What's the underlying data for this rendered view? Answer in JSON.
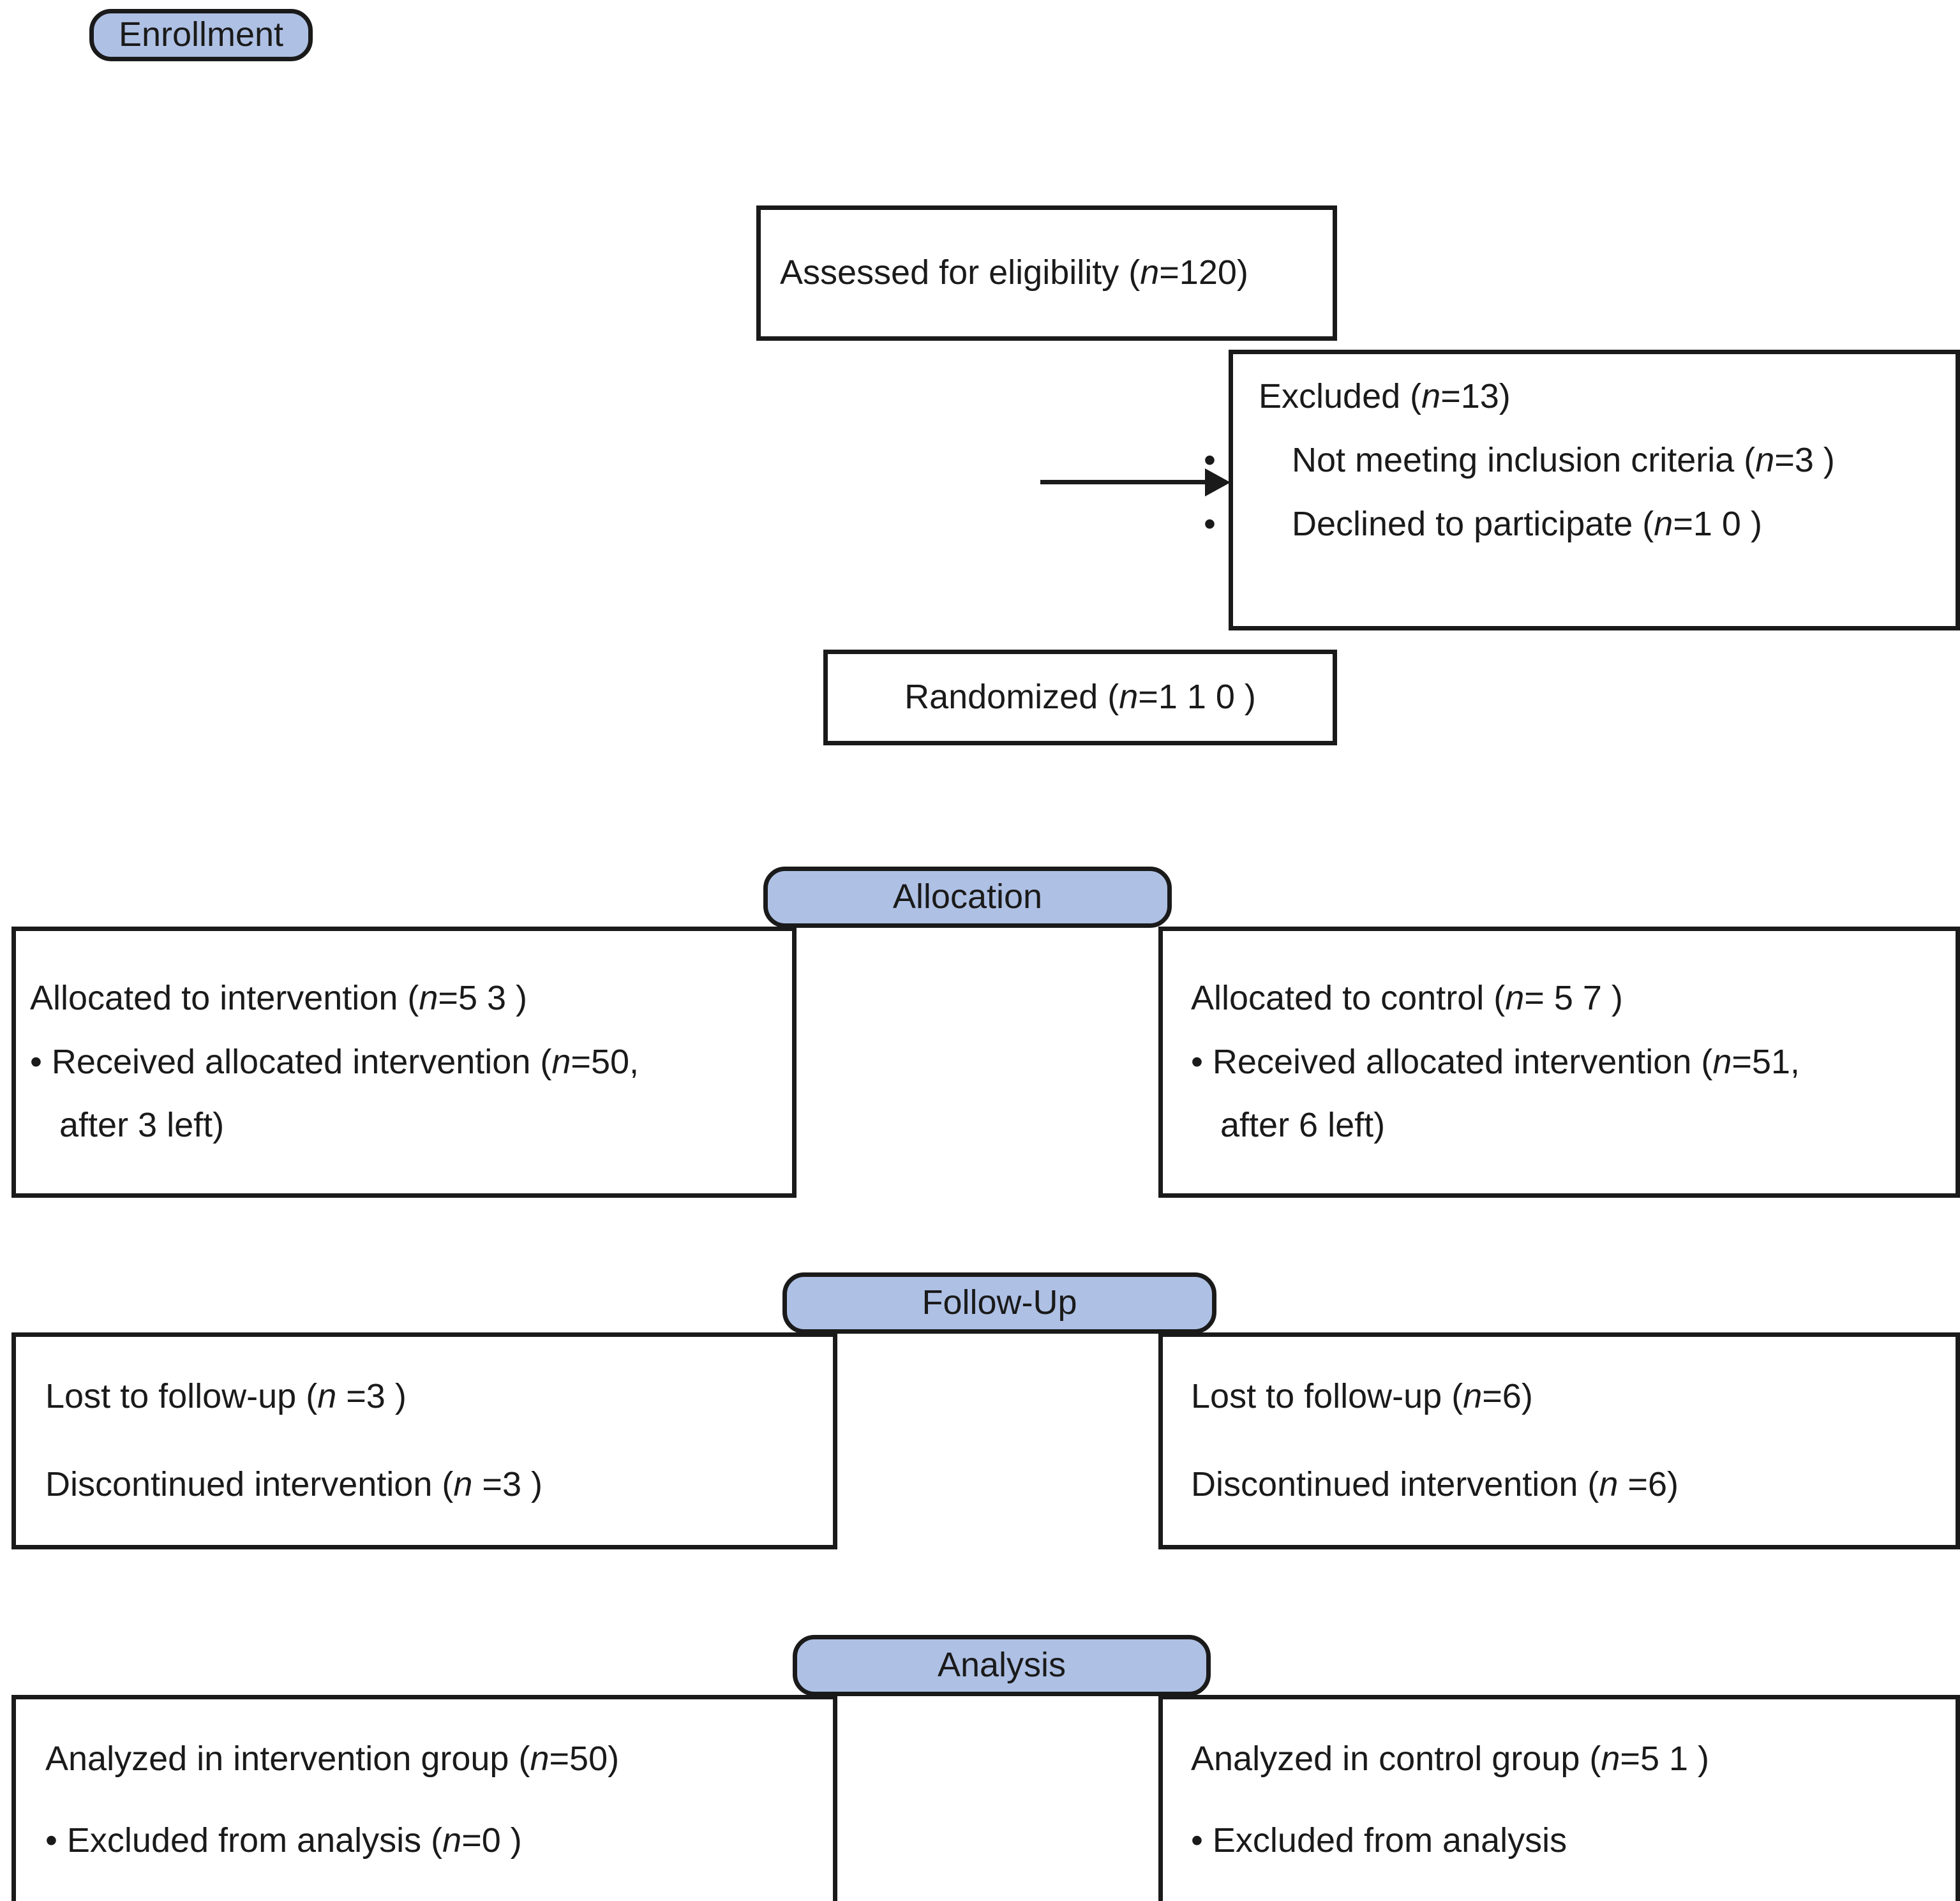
{
  "diagram": {
    "title": "CONSORT participant flow diagram",
    "accent_color": "#aec0e4",
    "line_color": "#1a1a1a",
    "background_color": "#ffffff"
  },
  "stages": {
    "enrollment": "Enrollment",
    "allocation": "Allocation",
    "followup": "Follow-Up",
    "analysis": "Analysis"
  },
  "enrollment": {
    "assessed": {
      "text_prefix": "Assessed for eligibility (",
      "n_symbol": "n",
      "text_suffix": "=120)"
    },
    "excluded": {
      "heading_prefix": "Excluded (",
      "heading_n": "n",
      "heading_suffix": "=13)",
      "items": [
        {
          "bullet": "•",
          "prefix": "Not meeting inclusion criteria (",
          "n": "n",
          "suffix": "=3 )"
        },
        {
          "bullet": "•",
          "prefix": "Declined to participate (",
          "n": "n",
          "suffix": "=1 0 )"
        }
      ]
    },
    "randomized": {
      "text_prefix": "Randomized (",
      "n_symbol": "n",
      "text_suffix": "=1 1 0 )"
    }
  },
  "allocation": {
    "left": {
      "line1_prefix": "Allocated to intervention (",
      "line1_n": "n",
      "line1_suffix": "=5 3 )",
      "line2_prefix": "• Received allocated intervention (",
      "line2_n": "n",
      "line2_suffix": "=50,",
      "line3": "after 3 left)"
    },
    "right": {
      "line1_prefix": "Allocated to control (",
      "line1_n": "n",
      "line1_suffix": "= 5 7 )",
      "line2_prefix": "• Received allocated intervention (",
      "line2_n": "n",
      "line2_suffix": "=51,",
      "line3": "after 6 left)"
    }
  },
  "followup": {
    "left": {
      "line1_prefix": "Lost to follow-up (",
      "line1_n": "n",
      "line1_suffix": " =3 )",
      "line2_prefix": "Discontinued intervention (",
      "line2_n": "n",
      "line2_suffix": " =3 )"
    },
    "right": {
      "line1_prefix": "Lost to follow-up (",
      "line1_n": "n",
      "line1_suffix": "=6)",
      "line2_prefix": "Discontinued intervention (",
      "line2_n": "n",
      "line2_suffix": " =6)"
    }
  },
  "analysis": {
    "left": {
      "line1_prefix": "Analyzed in intervention group (",
      "line1_n": "n",
      "line1_suffix": "=50)",
      "line2_prefix": "• Excluded from analysis (",
      "line2_n": "n",
      "line2_suffix": "=0 )"
    },
    "right": {
      "line1_prefix": "Analyzed in control group (",
      "line1_n": "n",
      "line1_suffix": "=5 1 )",
      "line2_prefix": "• Excluded from analysis",
      "line2_n": "",
      "line2_suffix": ""
    }
  }
}
